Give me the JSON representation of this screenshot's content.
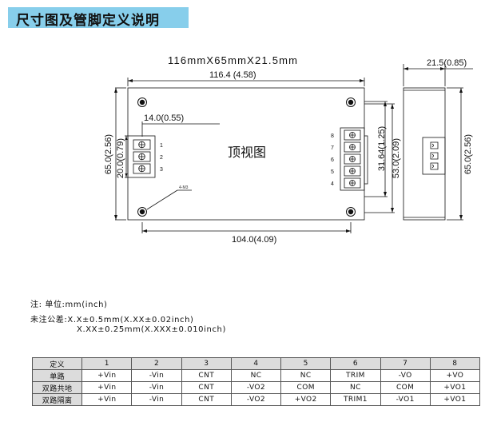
{
  "header": {
    "title": "尺寸图及管脚定义说明"
  },
  "top_view": {
    "overall": "116mmX65mmX21.5mm",
    "length": "116.4 (4.58)",
    "side_depth": "21.5(0.85)",
    "terminal_width": "14.0(0.55)",
    "height_left": "65.0(2.56)",
    "terminal_height": "20.0(0.79)",
    "hole_spacing_v": "53.0(2.09)",
    "terminal_block_right": "31.64(1.25)",
    "height_side": "65.0(2.56)",
    "hole_spacing_h": "104.0(4.09)",
    "center_label": "顶视图",
    "hole_label": "4-M3",
    "left_pins": [
      "1",
      "2",
      "3"
    ],
    "right_pins": [
      "8",
      "7",
      "6",
      "5",
      "4"
    ]
  },
  "notes": {
    "unit": "注:  单位:mm(inch)",
    "tol1": "未注公差:X.X±0.5mm(X.XX±0.02inch)",
    "tol2": "X.XX±0.25mm(X.XXX±0.010inch)"
  },
  "pin_table": {
    "headers": [
      "定义",
      "1",
      "2",
      "3",
      "4",
      "5",
      "6",
      "7",
      "8"
    ],
    "rows": [
      {
        "name": "单路",
        "cells": [
          "+Vin",
          "-Vin",
          "CNT",
          "NC",
          "NC",
          "TRIM",
          "-VO",
          "+VO"
        ]
      },
      {
        "name": "双路共地",
        "cells": [
          "+Vin",
          "-Vin",
          "CNT",
          "-VO2",
          "COM",
          "NC",
          "COM",
          "+VO1"
        ]
      },
      {
        "name": "双路隔离",
        "cells": [
          "+Vin",
          "-Vin",
          "CNT",
          "-VO2",
          "+VO2",
          "TRIM1",
          "-VO1",
          "+VO1"
        ]
      }
    ]
  }
}
